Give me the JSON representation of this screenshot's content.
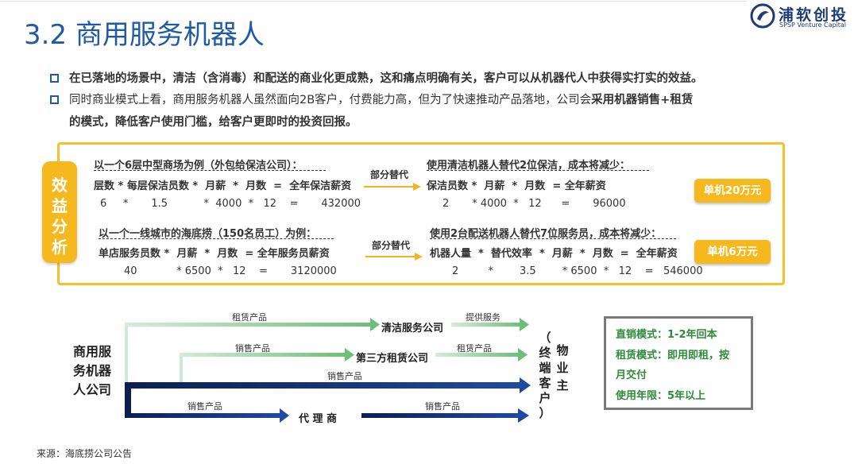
{
  "header": {
    "title": "3.2 商用服务机器人",
    "logo_cn": "浦软创投",
    "logo_en": "SPSP Venture Capital"
  },
  "bullets": [
    {
      "text": "在已落地的场景中，清洁（含消毒）和配送的商业化更成熟，这和痛点明确有关，客户可以从机器代人中获得实打实的效益。"
    },
    {
      "line1_normal": "同时商业模式上看，商用服务机器人虽然面向2B客户，付费能力高，但为了快速推动产品落地，公司会",
      "line1_bold": "采用机器销售+租赁",
      "line2_bold": "的模式，降低客户使用门槛，给客户更即时的投资回报。"
    }
  ],
  "panel": {
    "tab_chars": [
      "效",
      "益",
      "分",
      "析"
    ],
    "left1_title": "以一个6层中型商场为例（外包给保洁公司）：",
    "left1_formula": "层数 * 每层保洁员数 *  月薪  *  月数  =  全年保洁薪资",
    "left1_values": "6     *       1.5           *  4000  *   12    =       432000",
    "arrow1_label": "部分替代",
    "right1_title": "使用清洁机器人替代2位保洁，成本将减少：",
    "right1_formula": "保洁员数 *  月薪  *  月数  = 全年薪资",
    "right1_values": "2       * 4000  *   12      =       96000",
    "pill1": "单机20万元",
    "left2_title": "以一个一线城市的海底捞（150名员工）为例：",
    "left2_formula": "单店服务员数 *  月薪  *  月数  = 全年服务员薪资",
    "left2_values": "40            * 6500  *   12    =       3120000",
    "arrow2_label": "部分替代",
    "right2_title": "使用2台配送机器人替代7位服务员，成本将减少：",
    "right2_formula": "机器人量  *  替代效率  *  月薪  *  月数  =  全年薪资",
    "right2_values": "2         *        3.5        * 6500  *   12    =   546000",
    "pill2": "单机6万元"
  },
  "diagram": {
    "company": [
      "商用服",
      "务机器",
      "人公司"
    ],
    "lbl_rent_product": "租赁产品",
    "node_clean": "清洁服务公司",
    "lbl_provide_service": "提供服务",
    "lbl_sell_product_1": "销售产品",
    "node_third_party": "第三方租赁公司",
    "lbl_rent_product_2": "租赁产品",
    "lbl_sell_product_2": "销售产品",
    "lbl_sell_product_3": "销售产品",
    "node_agent": "代 理 商",
    "lbl_sell_product_4": "销售产品",
    "end_customer_col1": [
      "（",
      "终",
      "端",
      "客",
      "户",
      "）"
    ],
    "end_customer_col2": [
      "物",
      "业",
      "主"
    ],
    "green_lines": [
      "直销模式：1-2年回本",
      "租赁模式：即用即租，按",
      "月交付",
      "使用年限：5年以上"
    ]
  },
  "source": "来源：海底捞公司公告",
  "colors": {
    "title_blue": "#1f5aa6",
    "panel_yellow": "#f5c02b",
    "green": "#2e8b3a",
    "navy": "#0d2a6b"
  }
}
